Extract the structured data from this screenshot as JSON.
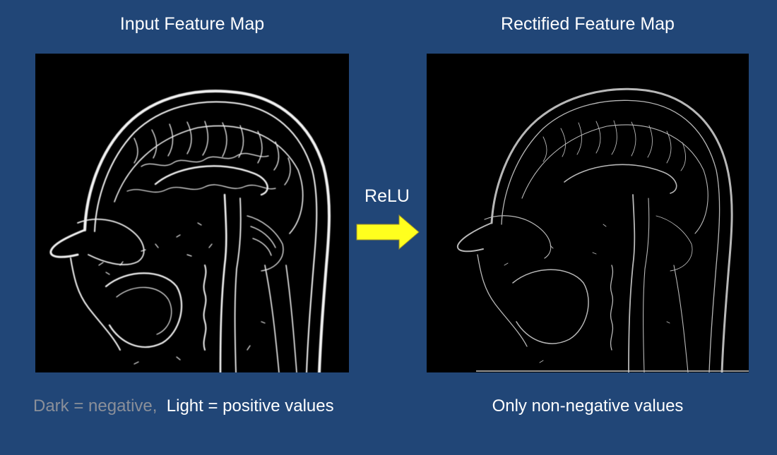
{
  "left": {
    "title": "Input Feature Map",
    "caption_negative": "Dark = negative,",
    "caption_positive": "Light = positive values"
  },
  "right": {
    "title": "Rectified Feature Map",
    "caption": "Only non-negative values"
  },
  "operation": {
    "label": "ReLU",
    "arrow_color": "#FFFF1E"
  },
  "colors": {
    "background": "#214677",
    "panel_background": "#000000",
    "text": "#FFFFFF",
    "muted_text": "#8A8F99"
  },
  "image": {
    "subject": "sagittal head MRI edge feature map"
  }
}
